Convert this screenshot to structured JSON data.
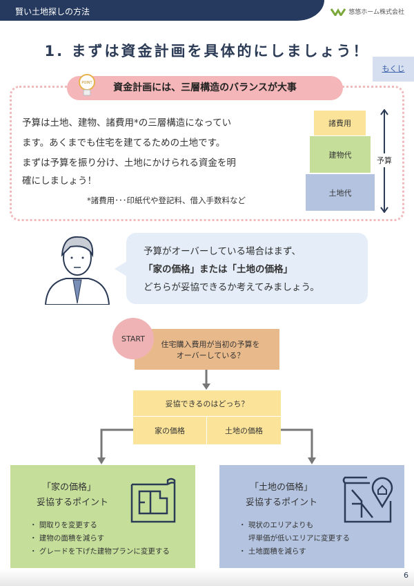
{
  "header": {
    "section": "賢い土地探しの方法",
    "company": "悠悠ホーム株式会社"
  },
  "title": "1. まずは資金計画を具体的にしましょう！",
  "toc": "もくじ",
  "point": {
    "badge": "POINT",
    "heading": "資金計画には、三層構造のバランスが大事",
    "lines": [
      "予算は土地、建物、諸費用*の三層構造になってい",
      "ます。あくまでも住宅を建てるための土地です。",
      "まずは予算を振り分け、土地にかけられる資金を明",
      "確にしましょう！"
    ],
    "note": "*諸費用･･･印紙代や登記料、借入手数料など",
    "stack": [
      "諸費用",
      "建物代",
      "土地代"
    ],
    "budget": "予算"
  },
  "speech": [
    "予算がオーバーしている場合はまず、",
    "「家の価格」または「土地の価格」",
    "どちらが妥協できるか考えてみましょう。"
  ],
  "flow": {
    "start": "START",
    "q1": [
      "住宅購入費用が当初の予算を",
      "オーバーしている？"
    ],
    "q2": "妥協できるのはどっち？",
    "opt_house": "家の価格",
    "opt_land": "土地の価格"
  },
  "house": {
    "title": "「家の価格」",
    "sub": "妥協するポイント",
    "items": [
      "間取りを変更する",
      "建物の面積を減らす",
      "グレードを下げた建物プランに変更する"
    ]
  },
  "land": {
    "title": "「土地の価格」",
    "sub": "妥協するポイント",
    "items": [
      "現状のエリアよりも",
      "坪単価が低いエリアに変更する",
      "土地面積を減らす"
    ]
  },
  "page": "6"
}
